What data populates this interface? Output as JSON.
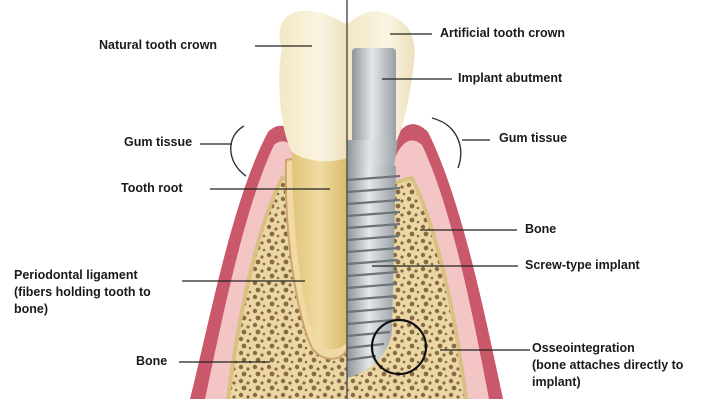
{
  "diagram": {
    "left_labels": {
      "natural_crown": "Natural tooth crown",
      "gum_tissue": "Gum tissue",
      "tooth_root": "Tooth root",
      "periodontal_ligament": [
        "Periodontal ligament",
        "(fibers holding tooth to",
        "bone)"
      ],
      "bone": "Bone"
    },
    "right_labels": {
      "artificial_crown": "Artificial tooth crown",
      "implant_abutment": "Implant abutment",
      "gum_tissue": "Gum tissue",
      "bone": "Bone",
      "screw_implant": "Screw-type implant",
      "osseointegration": [
        "Osseointegration",
        "(bone attaches directly to",
        "implant)"
      ]
    },
    "colors": {
      "gum": "#c9586a",
      "gum_light": "#f3c6c5",
      "bone": "#ead7a4",
      "bone_pore": "#7a5a3a",
      "natural_tooth": "#e8d08c",
      "crown": "#f6efd6",
      "implant_metal": "#b9bcc0",
      "line": "#2a2a2a"
    }
  }
}
